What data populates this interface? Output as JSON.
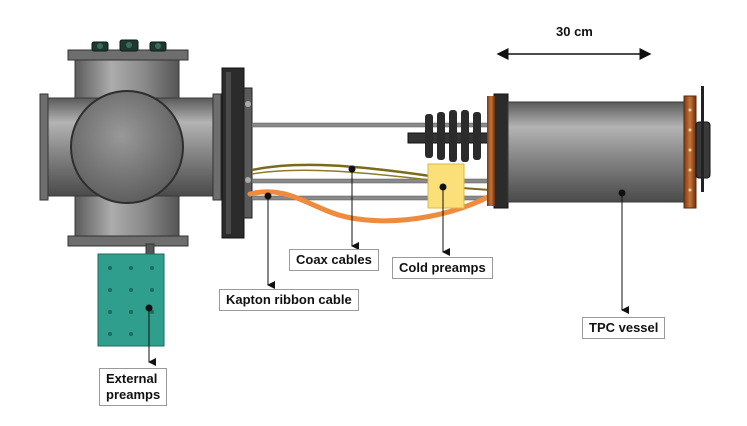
{
  "scale": {
    "label": "30 cm"
  },
  "labels": {
    "coax": "Coax cables",
    "cold_preamps": "Cold preamps",
    "kapton": "Kapton ribbon cable",
    "tpc": "TPC vessel",
    "external_line1": "External",
    "external_line2": "preamps"
  },
  "colors": {
    "steel": "#8c8c8c",
    "steel_dark": "#4a4a4a",
    "flange": "#2b2b2b",
    "copper": "#b5652e",
    "kapton": "#f08a3c",
    "coax": "#7a6a1e",
    "preamp_cold": "#fbe07a",
    "preamp_external": "#2f9e8c"
  }
}
